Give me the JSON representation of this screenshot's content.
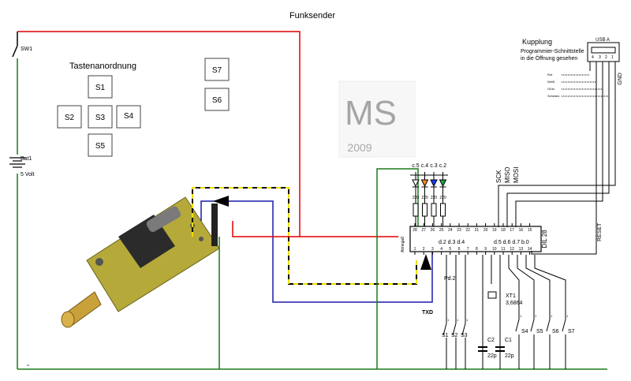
{
  "title": "Funksender",
  "keypad": {
    "heading": "Tastenanordnung",
    "keys": [
      "S1",
      "S2",
      "S3",
      "S4",
      "S5",
      "S7",
      "S6"
    ]
  },
  "power": {
    "switch": "SW1",
    "battery": "Bat1",
    "voltage": "5 Volt",
    "minus": "-"
  },
  "watermark": {
    "logo": "MS",
    "year": "2009"
  },
  "coupling": {
    "title": "Kupplung",
    "line1": "Programmier-Schnittstelle",
    "line2": "in die Öffnung gesehen",
    "connector": "USB A",
    "pins": [
      "4",
      "3",
      "2",
      "1"
    ],
    "wires": [
      "Rot",
      "Weiß",
      "Grün",
      "Schwarz"
    ],
    "gnd": "GND"
  },
  "signals": {
    "sck": "SCK",
    "miso": "MISO",
    "mosi": "MOSI",
    "reset": "RESET",
    "txd": "TXD"
  },
  "ic": {
    "name": "DIL 28",
    "atmega": "Atmega8",
    "top_pins": [
      "28",
      "27",
      "26",
      "25",
      "24",
      "23",
      "22",
      "21",
      "20",
      "19",
      "18",
      "17",
      "16",
      "15"
    ],
    "bottom_pins": [
      "1",
      "2",
      "3",
      "4",
      "5",
      "6",
      "7",
      "8",
      "9",
      "10",
      "11",
      "12",
      "13",
      "14"
    ],
    "port_top": "d.2 d.3 d.4",
    "port_right": "d.5 d.6 d.7 b.0",
    "pd2": "Pd.2"
  },
  "leds": {
    "labels": [
      "c.5",
      "c.4",
      "c.3",
      "c.2"
    ],
    "colors": [
      "#ffffff",
      "#ff8c1a",
      "#1a3fff",
      "#19a84a"
    ],
    "resistors": [
      "220",
      "220",
      "220",
      "220"
    ]
  },
  "crystal": {
    "name": "XT1",
    "freq": "3,6864"
  },
  "caps": [
    {
      "name": "C2",
      "value": "22p"
    },
    {
      "name": "C1",
      "value": "22p"
    }
  ],
  "switches": {
    "bottom_left": [
      "S1",
      "S2",
      "S3"
    ],
    "bottom_right": [
      "S4",
      "S5",
      "S6",
      "S7"
    ],
    "pin_num": "1"
  }
}
